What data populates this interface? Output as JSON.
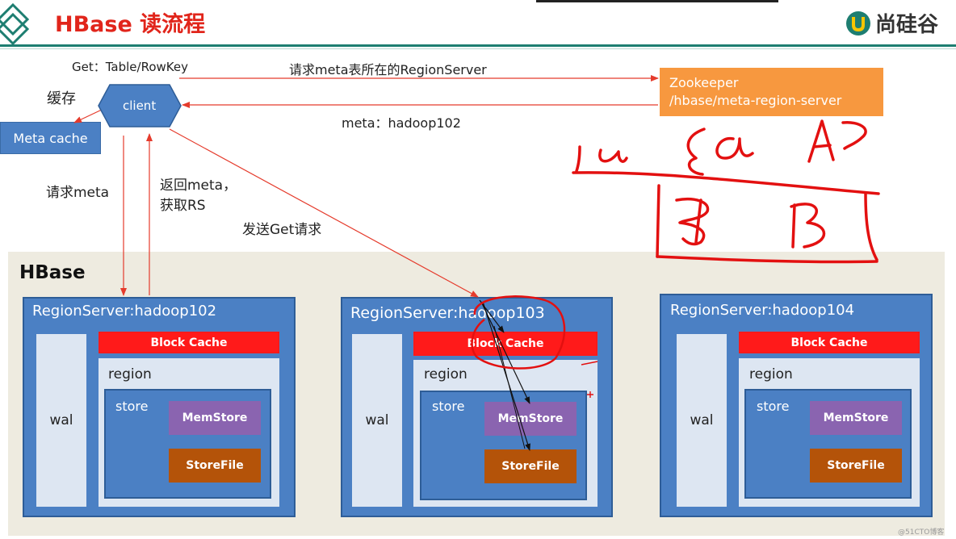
{
  "title": "HBase 读流程",
  "logo": {
    "text": "尚硅谷"
  },
  "client": {
    "label": "client"
  },
  "meta_cache": {
    "label": "Meta cache"
  },
  "zookeeper": {
    "line1": "Zookeeper",
    "line2": "/hbase/meta-region-server"
  },
  "labels": {
    "get": "Get：Table/RowKey",
    "request_zk": "请求meta表所在的RegionServer",
    "meta_reply": "meta：hadoop102",
    "cache": "缓存",
    "request_meta": "请求meta",
    "return_meta_1": "返回meta，",
    "return_meta_2": "获取RS",
    "send_get": "发送Get请求"
  },
  "hbase": {
    "label": "HBase",
    "servers": [
      {
        "title": "RegionServer:hadoop102",
        "wal": "wal",
        "block_cache": "Block Cache",
        "region": "region",
        "store": "store",
        "memstore": "MemStore",
        "storefile": "StoreFile"
      },
      {
        "title": "RegionServer:hadoop103",
        "wal": "wal",
        "block_cache": "Block Cache",
        "region": "region",
        "store": "store",
        "memstore": "MemStore",
        "storefile": "StoreFile"
      },
      {
        "title": "RegionServer:hadoop104",
        "wal": "wal",
        "block_cache": "Block Cache",
        "region": "region",
        "store": "store",
        "memstore": "MemStore",
        "storefile": "StoreFile"
      }
    ]
  },
  "watermark": "@51CTO博客",
  "colors": {
    "title": "#e1251b",
    "node_blue": "#4b80c4",
    "zookeeper": "#f7983f",
    "arrow": "#e53b2c",
    "block_cache": "#ff1a1a",
    "memstore": "#8a64b0",
    "storefile": "#b45309",
    "teal": "#1e7e71"
  }
}
